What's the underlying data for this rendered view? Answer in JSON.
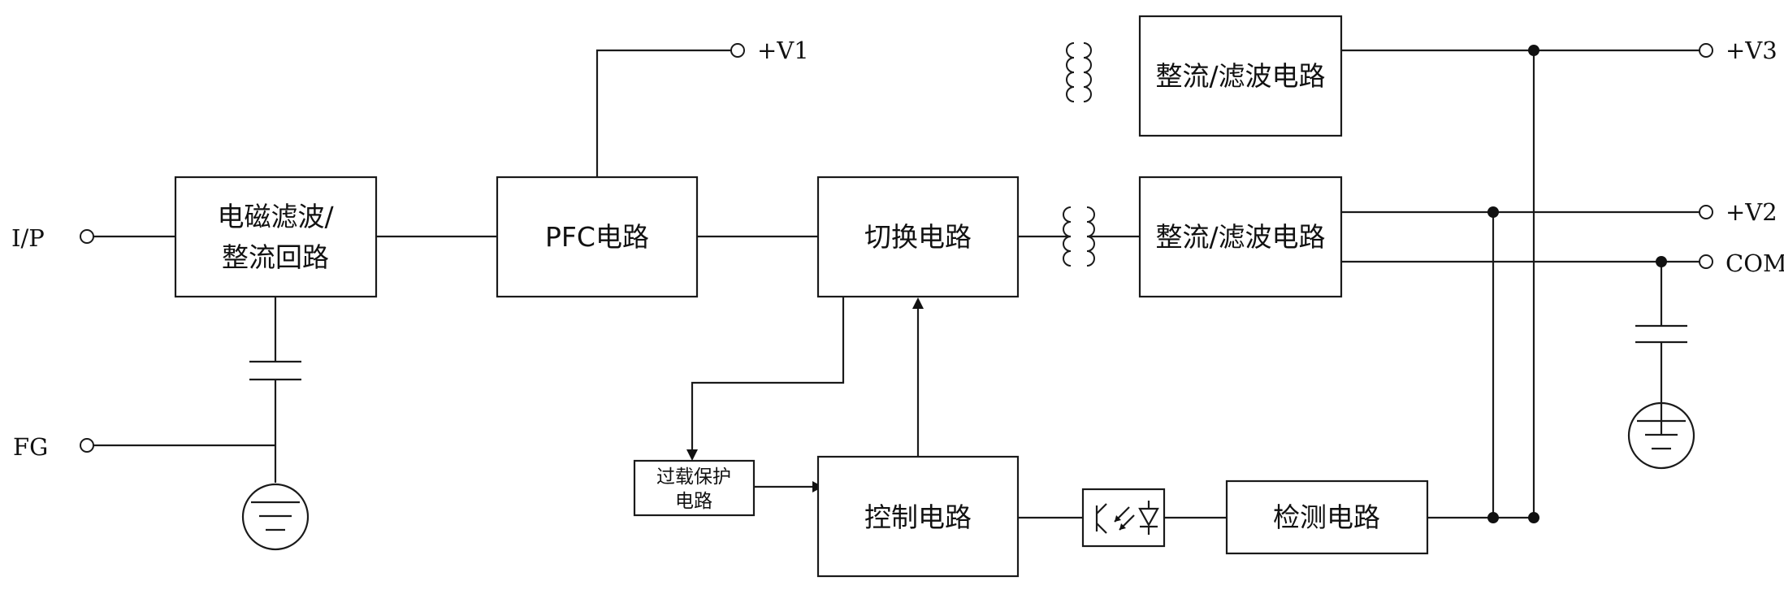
{
  "blocks": {
    "emi_filter": [
      "电磁滤波/",
      "整流回路"
    ],
    "pfc": "PFC电路",
    "switching": "切换电路",
    "rectifier_top": "整流/滤波电路",
    "rectifier_mid": "整流/滤波电路",
    "overload": [
      "过载保护",
      "电路"
    ],
    "control": "控制电路",
    "detection": "检测电路"
  },
  "ports": {
    "input": "I/P",
    "frame_ground": "FG",
    "v1": "+V1",
    "v2": "+V2",
    "v3": "+V3",
    "common": "COM"
  }
}
